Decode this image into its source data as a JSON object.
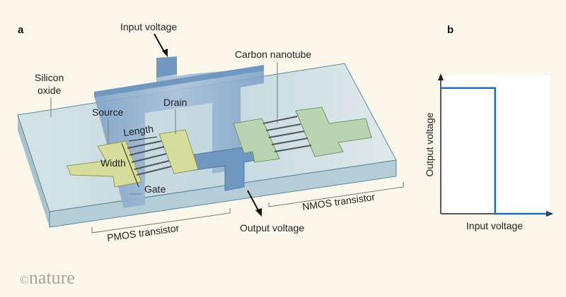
{
  "panels": {
    "a": "a",
    "b": "b"
  },
  "labels": {
    "input_voltage": "Input voltage",
    "carbon_nanotube": "Carbon nanotube",
    "silicon_oxide_line1": "Silicon",
    "silicon_oxide_line2": "oxide",
    "source": "Source",
    "drain": "Drain",
    "length": "Length",
    "width": "Width",
    "gate": "Gate",
    "pmos": "PMOS transistor",
    "nmos": "NMOS transistor",
    "output_voltage": "Output voltage"
  },
  "logo": {
    "copyright": "©",
    "name": "nature"
  },
  "colors": {
    "background": "#fbf7ea",
    "gate_blue": "#6f97bf",
    "pmos_contact": "#d6dd9a",
    "nmos_contact": "#b9d4b0",
    "oxide": "#c7dbe3",
    "curve": "#1f6fb8"
  },
  "chart_data": {
    "type": "line",
    "title": "",
    "xlabel": "Input voltage",
    "ylabel": "Output voltage",
    "x": [
      0,
      0.46,
      0.46,
      0.92
    ],
    "y": [
      0.9,
      0.9,
      0,
      0
    ],
    "xlim": [
      0,
      1
    ],
    "ylim": [
      0,
      1
    ],
    "grid": false,
    "legend": "none"
  }
}
